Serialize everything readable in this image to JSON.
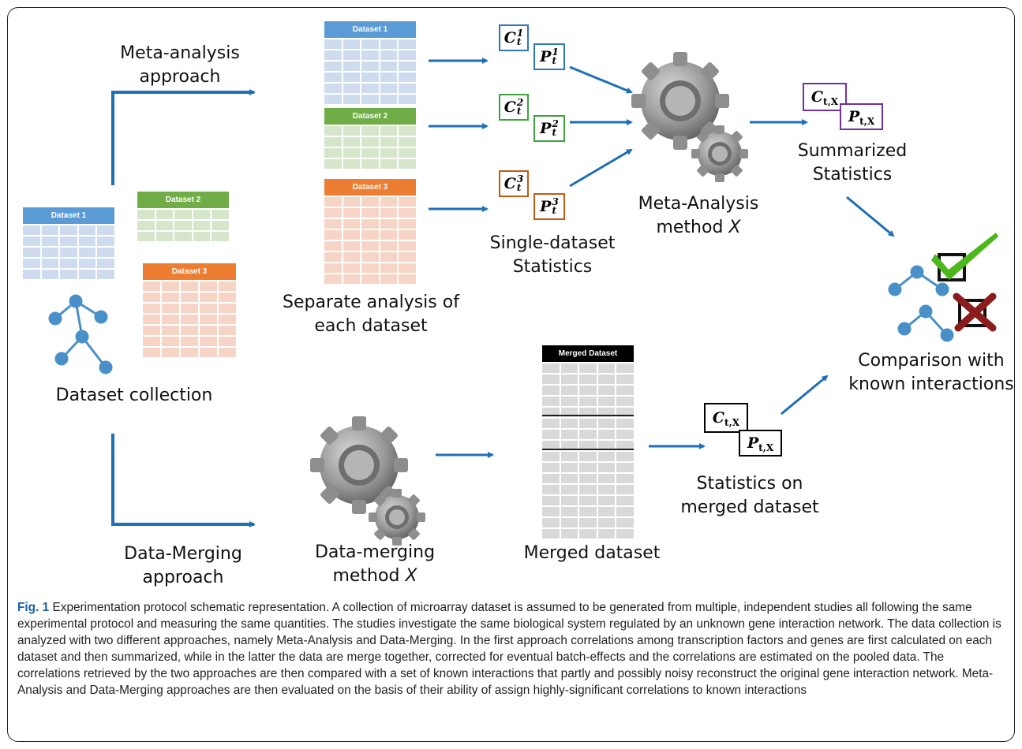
{
  "labels": {
    "meta_approach": [
      "Meta-analysis",
      "approach"
    ],
    "separate_analysis": [
      "Separate analysis of",
      "each dataset"
    ],
    "single_stats": [
      "Single-dataset",
      "Statistics"
    ],
    "meta_method": [
      "Meta-Analysis",
      "method"
    ],
    "meta_method_var": "X",
    "summarized": [
      "Summarized",
      "Statistics"
    ],
    "dataset_collection": "Dataset collection",
    "comparison": [
      "Comparison with",
      "known interactions"
    ],
    "merged_stats": [
      "Statistics on",
      "merged dataset"
    ],
    "data_merging_approach": [
      "Data-Merging",
      "approach"
    ],
    "merging_method": [
      "Data-merging",
      "method"
    ],
    "merging_method_var": "X",
    "merged_dataset": "Merged dataset"
  },
  "tables": {
    "d1": "Dataset 1",
    "d2": "Dataset 2",
    "d3": "Dataset 3",
    "merged": "Merged Dataset"
  },
  "symbols": {
    "c": "C",
    "p": "P",
    "t": "t",
    "tx": "t,X",
    "sup1": "1",
    "sup2": "2",
    "sup3": "3"
  },
  "colors": {
    "blue": "#5b9bd5",
    "green": "#70ad47",
    "orange": "#ed7d31",
    "purple": "#7030a0",
    "black": "#000000",
    "arrow": "#1f6fb5",
    "node": "#4a90c8"
  },
  "caption": {
    "fig_label": "Fig. 1",
    "text": " Experimentation protocol schematic representation. A collection of microarray dataset is assumed to be generated from multiple, independent studies all following the same experimental protocol and measuring the same quantities. The studies investigate the same biological system regulated by an unknown gene interaction network. The data collection is analyzed with two different approaches, namely Meta-Analysis and Data-Merging. In the first approach correlations among transcription factors and genes are first calculated on each dataset and then summarized, while in the latter the data are merge together, corrected for eventual batch-effects and the correlations are estimated on the pooled data. The correlations retrieved by the two approaches are then compared with a set of known interactions that partly and possibly noisy reconstruct the original gene interaction network. Meta-Analysis and Data-Merging approaches are then evaluated on the basis of their ability of assign highly-significant correlations to known interactions"
  }
}
